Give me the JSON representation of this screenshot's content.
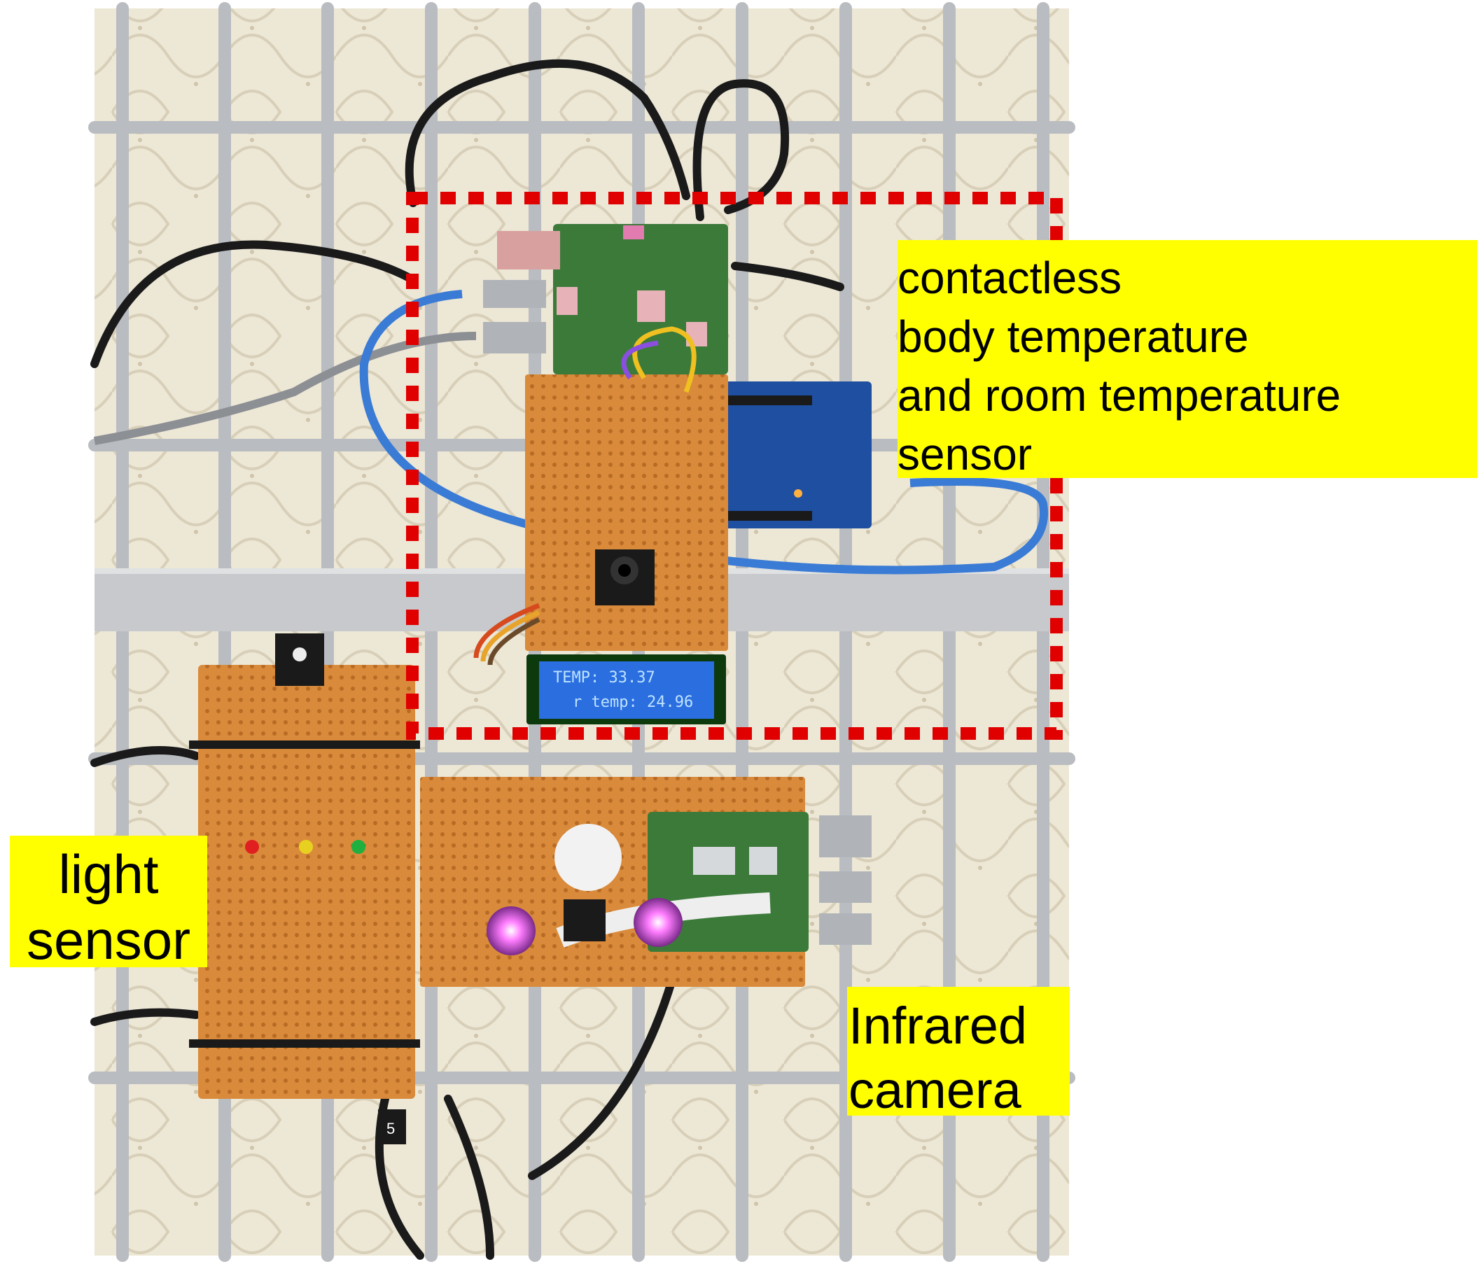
{
  "photo": {
    "description_icon": "photo-of-sensor-boards-on-wire-grid",
    "lcd": {
      "line1": "TEMP: 33.37",
      "line2": "r temp: 24.96"
    },
    "labels": {
      "cable_tag": "5"
    }
  },
  "callouts": {
    "contactless": [
      "contactless",
      "body temperature",
      "and room temperature",
      "sensor"
    ],
    "light": [
      "light",
      "sensor"
    ],
    "infrared": [
      "Infrared",
      "camera"
    ]
  },
  "colors": {
    "callout_bg": "#ffff00",
    "dashed_box": "#e00000",
    "pcb": "#d98a3a",
    "raspberry_pi": "#3c7a3a",
    "arduino": "#1f4fa0",
    "lcd": "#2a6ee0"
  }
}
